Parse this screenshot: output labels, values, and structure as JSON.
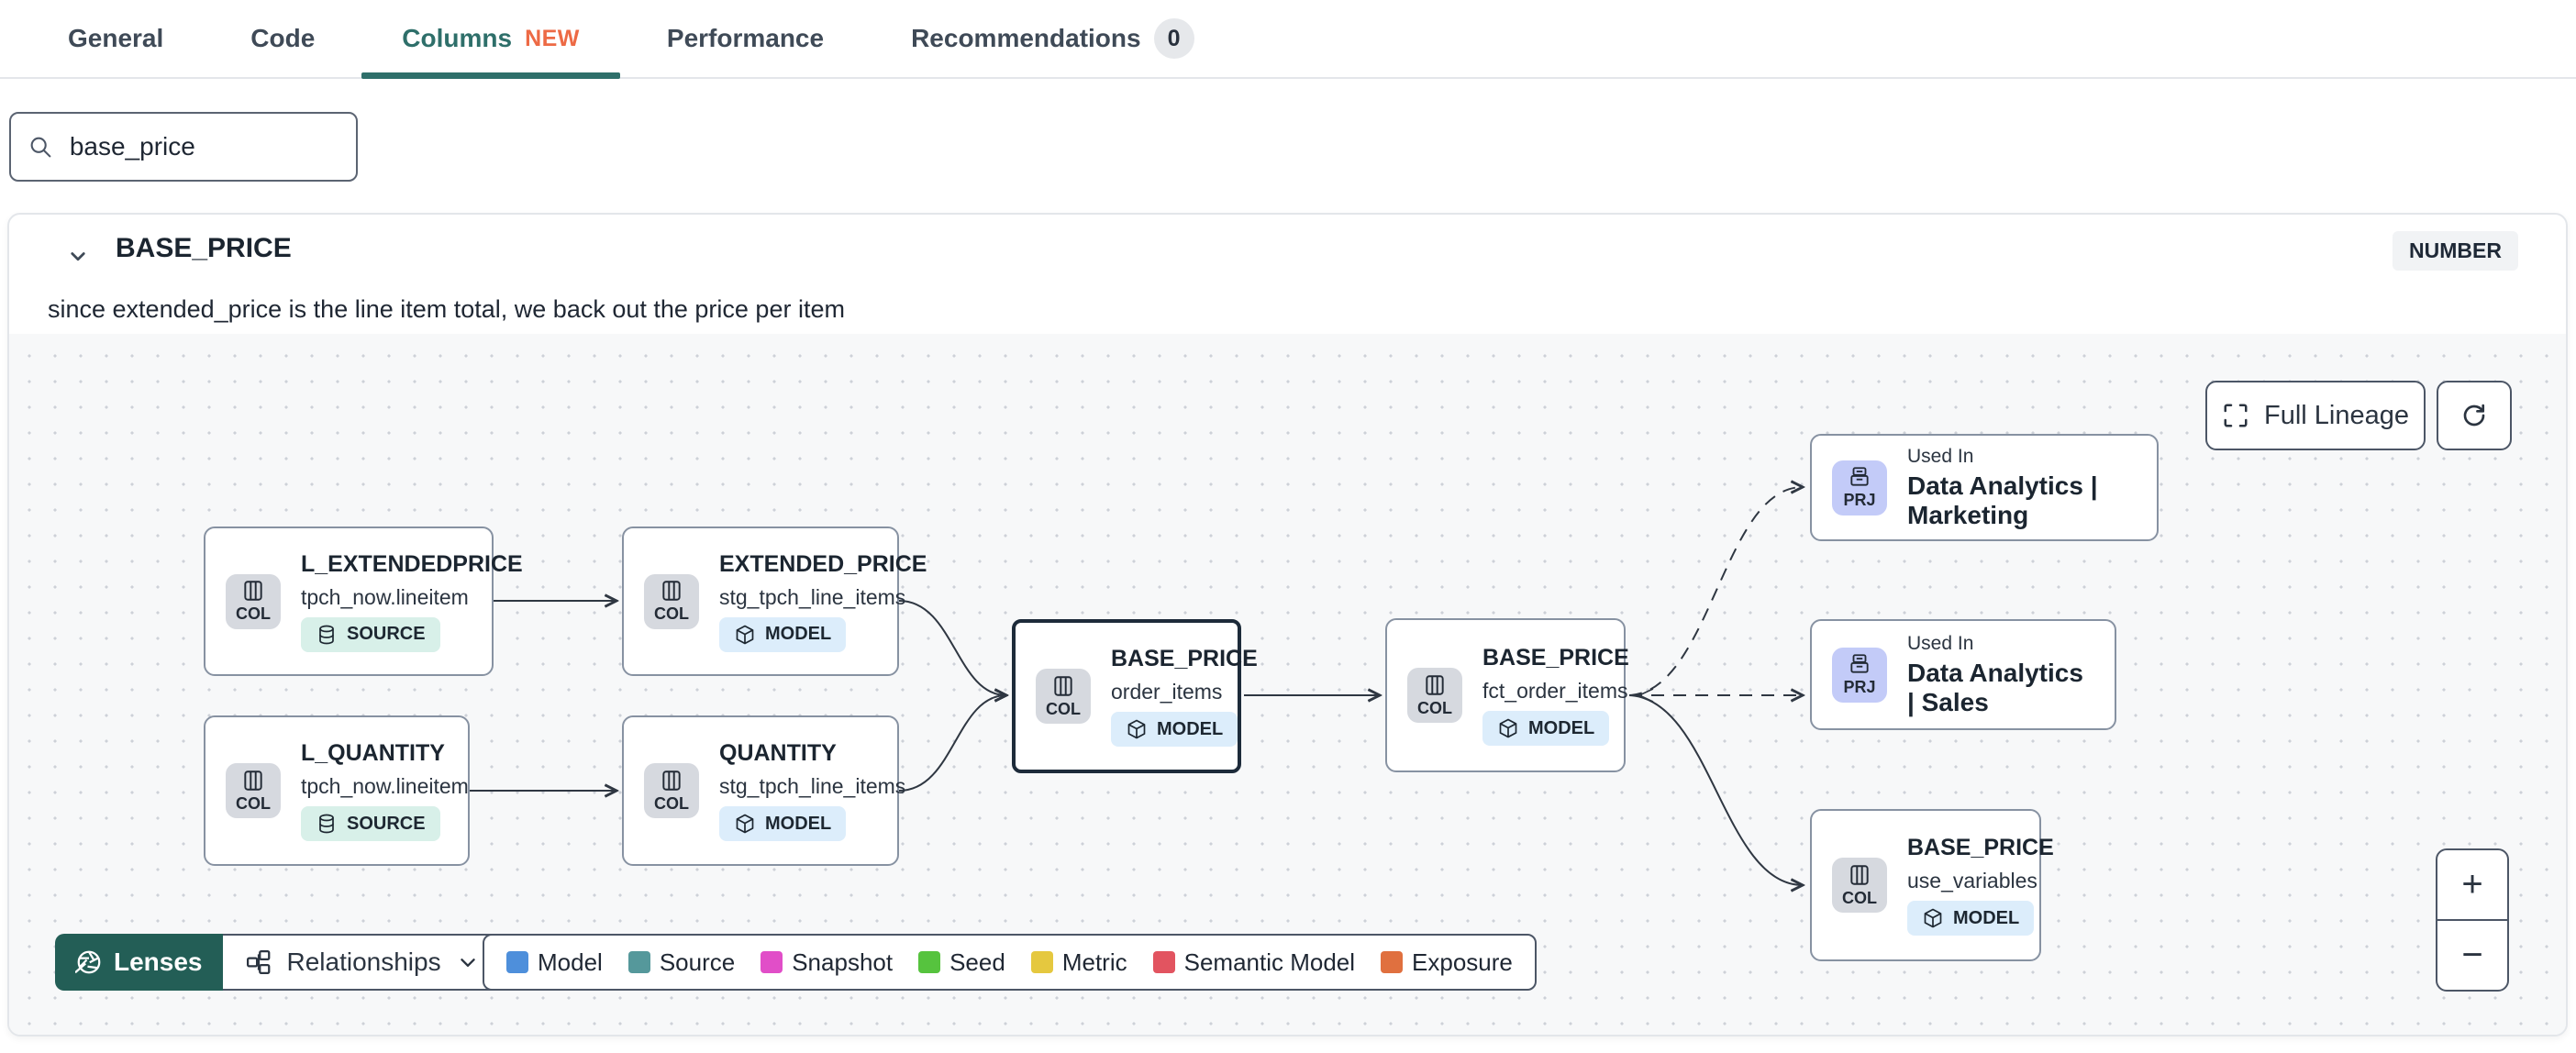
{
  "tabs": {
    "items": [
      {
        "label": "General"
      },
      {
        "label": "Code"
      },
      {
        "label": "Columns",
        "badge": "NEW"
      },
      {
        "label": "Performance"
      },
      {
        "label": "Recommendations",
        "count": "0"
      }
    ]
  },
  "search": {
    "value": "base_price"
  },
  "column_panel": {
    "name": "BASE_PRICE",
    "type": "NUMBER",
    "description": "since extended_price is the line item total, we back out the price per item"
  },
  "lineage": {
    "full_lineage_label": "Full Lineage",
    "zoom_in": "+",
    "zoom_out": "−",
    "lenses_label": "Lenses",
    "relationships_label": "Relationships",
    "nodes": [
      {
        "chip": "COL",
        "title": "L_EXTENDEDPRICE",
        "subtitle": "tpch_now.lineitem",
        "badge": "SOURCE"
      },
      {
        "chip": "COL",
        "title": "EXTENDED_PRICE",
        "subtitle": "stg_tpch_line_items",
        "badge": "MODEL"
      },
      {
        "chip": "COL",
        "title": "L_QUANTITY",
        "subtitle": "tpch_now.lineitem",
        "badge": "SOURCE"
      },
      {
        "chip": "COL",
        "title": "QUANTITY",
        "subtitle": "stg_tpch_line_items",
        "badge": "MODEL"
      },
      {
        "chip": "COL",
        "title": "BASE_PRICE",
        "subtitle": "order_items",
        "badge": "MODEL"
      },
      {
        "chip": "COL",
        "title": "BASE_PRICE",
        "subtitle": "fct_order_items",
        "badge": "MODEL"
      },
      {
        "chip": "PRJ",
        "used_in": "Used In",
        "title": "Data Analytics | Marketing"
      },
      {
        "chip": "PRJ",
        "used_in": "Used In",
        "title": "Data Analytics | Sales"
      },
      {
        "chip": "COL",
        "title": "BASE_PRICE",
        "subtitle": "use_variables",
        "badge": "MODEL"
      }
    ],
    "legend": [
      {
        "label": "Model",
        "color": "#4e8fdb"
      },
      {
        "label": "Source",
        "color": "#55989b"
      },
      {
        "label": "Snapshot",
        "color": "#e14ec8"
      },
      {
        "label": "Seed",
        "color": "#56c33e"
      },
      {
        "label": "Metric",
        "color": "#e5c83f"
      },
      {
        "label": "Semantic Model",
        "color": "#e25460"
      },
      {
        "label": "Exposure",
        "color": "#e0703f"
      }
    ],
    "colors": {
      "accent_teal": "#2e6f6a",
      "new_badge": "#ed6a45",
      "lenses_bg": "#235e56"
    }
  }
}
